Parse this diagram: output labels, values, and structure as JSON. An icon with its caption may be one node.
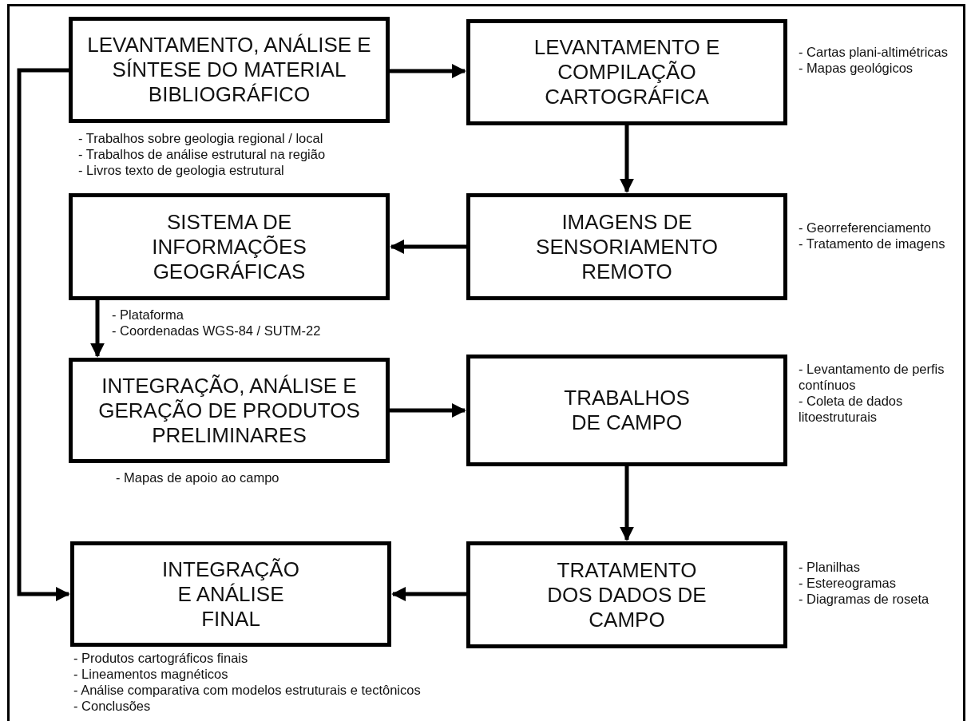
{
  "diagram": {
    "nodes": [
      {
        "text": [
          "LEVANTAMENTO, ANÁLISE E SÍNTESE DO MATERIAL BIBLIOGRÁFICO"
        ],
        "beside": [
          "- Trabalhos sobre geologia regional / local",
          "- Trabalhos de análise estrutural na região",
          "- Livros texto de geologia estrutural"
        ]
      },
      {
        "text": [
          "LEVANTAMENTO E COMPILAÇÃO CARTOGRÁFICA"
        ],
        "beside": [
          "- Cartas plani-altimétricas",
          "- Mapas geológicos"
        ]
      },
      {
        "text": [
          "SISTEMA DE INFORMAÇÕES GEOGRÁFICAS"
        ],
        "beside": [
          "- Plataforma",
          "- Coordenadas WGS-84 / SUTM-22"
        ]
      },
      {
        "text": [
          "IMAGENS DE SENSORIAMENTO REMOTO"
        ],
        "beside": [
          "- Georreferenciamento",
          "- Tratamento de imagens"
        ]
      },
      {
        "text": [
          "INTEGRAÇÃO, ANÁLISE E GERAÇÃO DE PRODUTOS PRELIMINARES"
        ],
        "beside": [
          "- Mapas de apoio ao campo"
        ]
      },
      {
        "text": [
          "TRABALHOS DE CAMPO"
        ],
        "beside": [
          "- Levantamento de perfis contínuos",
          "- Coleta de dados litoestruturais"
        ]
      },
      {
        "text": [
          "INTEGRAÇÃO E ANÁLISE FINAL"
        ],
        "beside": [
          "- Produtos cartográficos finais",
          "- Lineamentos magnéticos",
          "- Análise comparativa com modelos estruturais e tectônicos",
          "- Conclusões"
        ]
      },
      {
        "text": [
          "TRATAMENTO DOS DADOS DE CAMPO"
        ],
        "beside": [
          "- Planilhas",
          "- Estereogramas",
          "- Diagramas de roseta"
        ]
      }
    ],
    "edges": [
      {
        "from": 0,
        "to": 1,
        "arrow": "to"
      },
      {
        "from": 1,
        "to": 3,
        "arrow": "to"
      },
      {
        "from": 3,
        "to": 2,
        "arrow": "to"
      },
      {
        "from": 2,
        "to": 4,
        "arrow": "to"
      },
      {
        "from": 4,
        "to": 5,
        "arrow": "to"
      },
      {
        "from": 5,
        "to": 7,
        "arrow": "to"
      },
      {
        "from": 7,
        "to": 6,
        "arrow": "to"
      },
      {
        "from": 0,
        "to": 6,
        "arrow": "to"
      }
    ]
  }
}
